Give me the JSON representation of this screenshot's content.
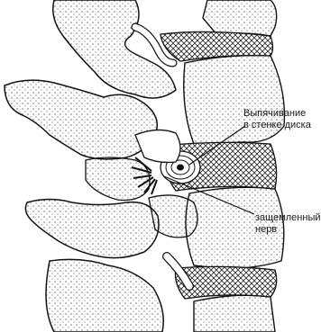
{
  "labels": {
    "bulge": {
      "line1": "Выпячивание",
      "line2": "в стенке диска"
    },
    "nerve": {
      "line1": "защемленный",
      "line2": "нерв"
    }
  },
  "colors": {
    "ink": "#1a1a1a",
    "background": "#ffffff"
  }
}
